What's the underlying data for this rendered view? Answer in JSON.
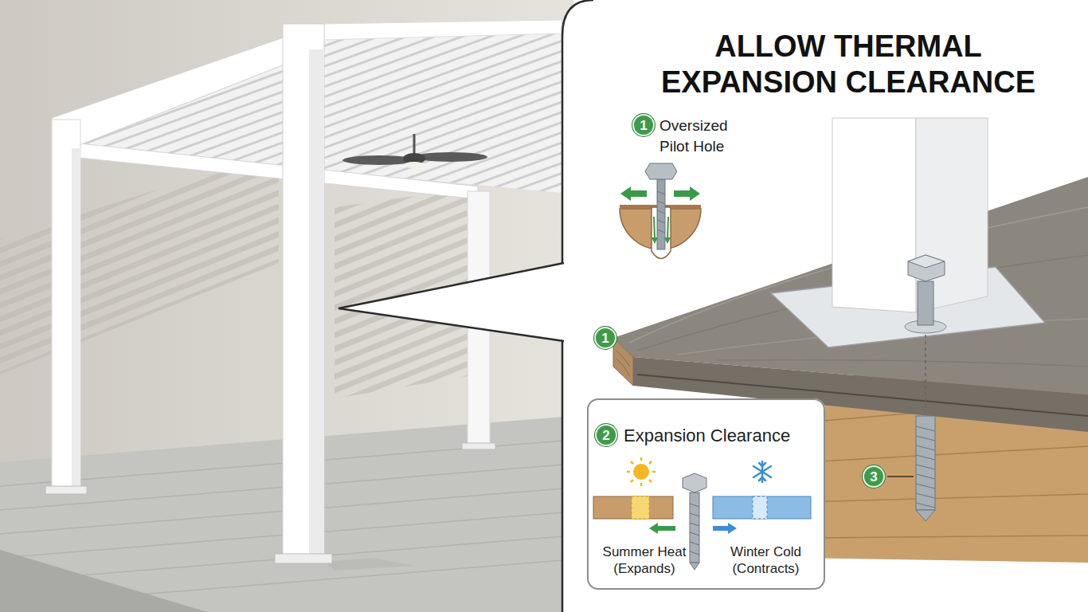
{
  "diagram": {
    "title": "ALLOW THERMAL EXPANSION CLEARANCE",
    "nodes": [
      {
        "text": [
          "1"
        ]
      },
      {
        "text": [
          "1"
        ]
      },
      {
        "text": [
          "Expansion Clearance",
          "Summer Heat (Expands)",
          "Winter Cold (Contracts)"
        ]
      },
      {
        "text": [
          "2"
        ],
        "in": 2
      },
      {
        "text": [
          "3"
        ]
      }
    ],
    "labels": [
      "Oversized Pilot Hole"
    ]
  }
}
